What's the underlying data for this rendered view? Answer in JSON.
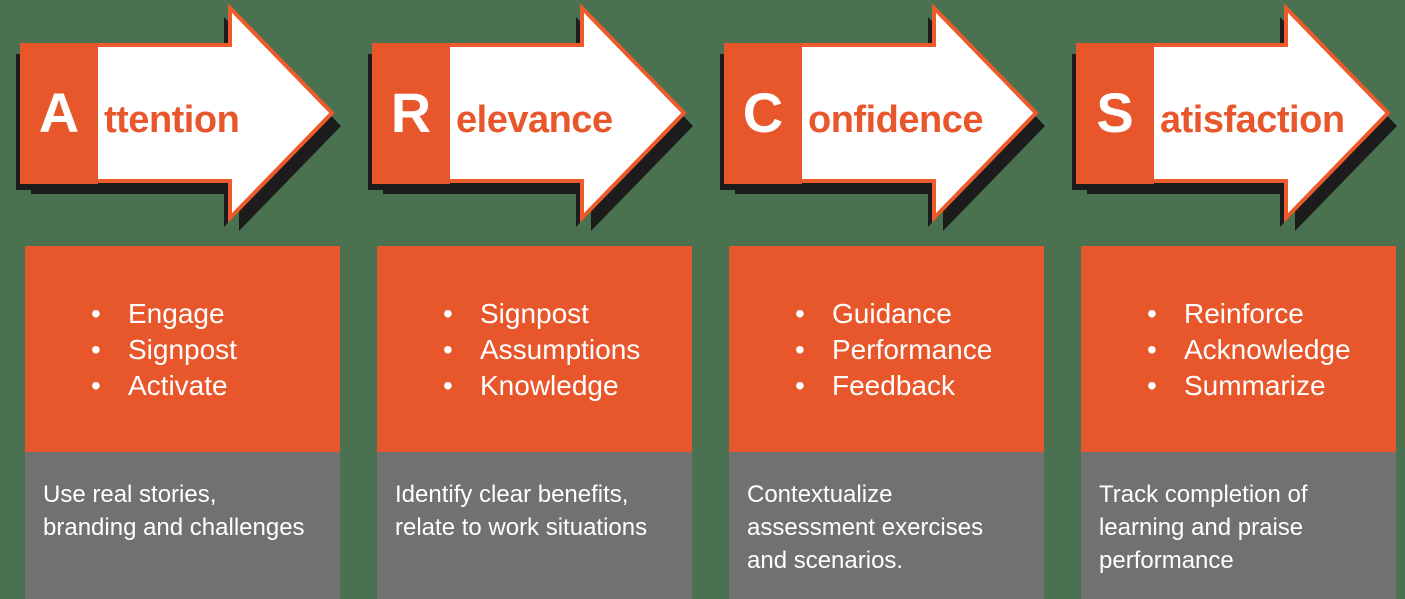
{
  "colors": {
    "accent": "#E8572B",
    "accent_border": "#ED5A2B",
    "gray": "#737070",
    "background": "#4A7150",
    "shadow": "#1C1C1C",
    "white": "#FFFFFF"
  },
  "columns": [
    {
      "id": "attention",
      "letter": "A",
      "word_rest": "ttention",
      "bullets": [
        "Engage",
        "Signpost",
        "Activate"
      ],
      "description": "Use real stories,\nbranding and challenges"
    },
    {
      "id": "relevance",
      "letter": "R",
      "word_rest": "elevance",
      "bullets": [
        "Signpost",
        "Assumptions",
        "Knowledge"
      ],
      "description": "Identify clear benefits,\nrelate to work situations"
    },
    {
      "id": "confidence",
      "letter": "C",
      "word_rest": "onfidence",
      "bullets": [
        "Guidance",
        "Performance",
        "Feedback"
      ],
      "description": "Contextualize\nassessment exercises\nand scenarios."
    },
    {
      "id": "satisfaction",
      "letter": "S",
      "word_rest": "atisfaction",
      "bullets": [
        "Reinforce",
        "Acknowledge",
        "Summarize"
      ],
      "description": "Track completion of\nlearning and praise\nperformance"
    }
  ]
}
